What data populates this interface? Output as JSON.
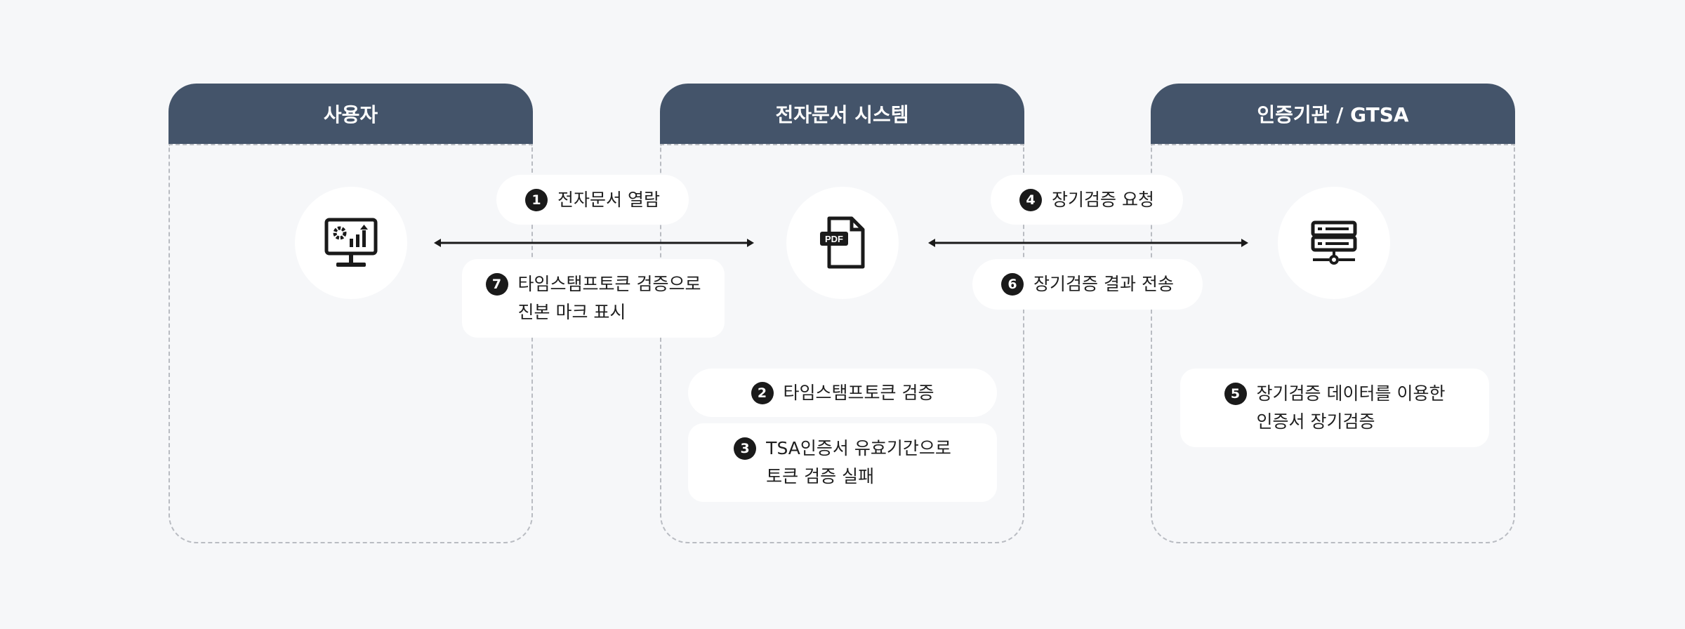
{
  "lanes": [
    {
      "title": "사용자",
      "icon": "monitor-chart-icon"
    },
    {
      "title": "전자문서 시스템",
      "icon": "pdf-file-icon",
      "icon_text": "PDF"
    },
    {
      "title": "인증기관 / GTSA",
      "icon": "server-icon"
    }
  ],
  "steps": [
    {
      "num": "1",
      "line1": "전자문서 열람"
    },
    {
      "num": "2",
      "line1": "타임스탬프토큰 검증"
    },
    {
      "num": "3",
      "line1": "TSA인증서 유효기간으로",
      "line2": "토큰 검증 실패"
    },
    {
      "num": "4",
      "line1": "장기검증 요청"
    },
    {
      "num": "5",
      "line1": "장기검증 데이터를 이용한",
      "line2": "인증서 장기검증"
    },
    {
      "num": "6",
      "line1": "장기검증 결과 전송"
    },
    {
      "num": "7",
      "line1": "타임스탬프토큰 검증으로",
      "line2": "진본 마크 표시"
    }
  ],
  "colors": {
    "header": "#44546a",
    "background": "#f6f7f9",
    "ink": "#1a1a1a"
  }
}
